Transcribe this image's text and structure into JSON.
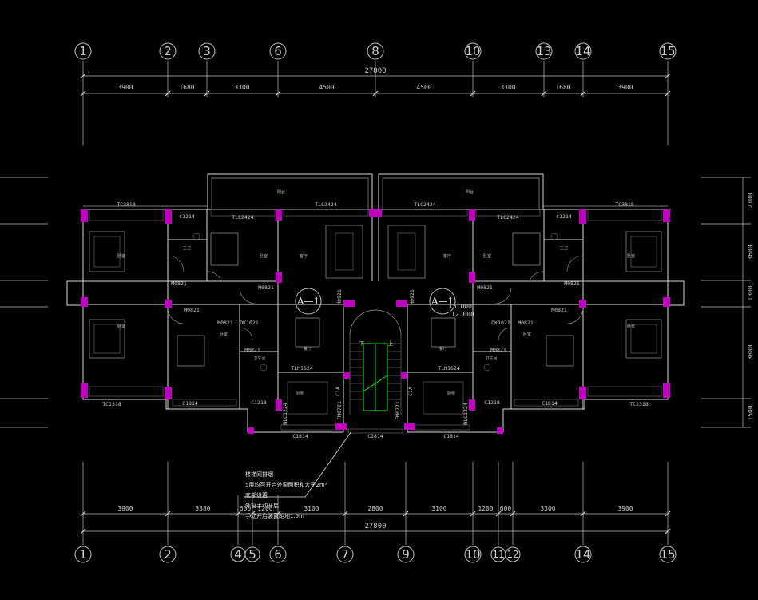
{
  "axes_top": [
    "1",
    "2",
    "3",
    "6",
    "8",
    "10",
    "13",
    "14",
    "15"
  ],
  "axes_bottom": [
    "1",
    "2",
    "4",
    "5",
    "6",
    "7",
    "9",
    "10",
    "11",
    "12",
    "14",
    "15"
  ],
  "dims_top": [
    "3900",
    "1680",
    "3300",
    "4500",
    "4500",
    "3300",
    "1680",
    "3900"
  ],
  "dims_bottom": [
    "3900",
    "3380",
    "600",
    "1200",
    "3100",
    "2800",
    "3100",
    "1200",
    "600",
    "3300",
    "3900"
  ],
  "total_top": "27800",
  "total_bottom": "27800",
  "dims_right": [
    "2100",
    "3600",
    "1300",
    "3800",
    "1500"
  ],
  "rooms": {
    "balcony": "阳台",
    "bedroom": "卧室",
    "living": "客厅",
    "dining": "餐厅",
    "kitchen": "厨房",
    "bath": "卫生间",
    "master_bath": "主卫"
  },
  "doors": {
    "tc3818": "TC3818",
    "tlc2424": "TLC2424",
    "c1214": "C1214",
    "m0821": "M0821",
    "dk1021": "DK1021",
    "tlm1624": "TLM1624",
    "nlc1224": "NLC1224",
    "c1814": "C1814",
    "tc2318": "TC2318",
    "c1218": "C1218",
    "c2814": "C2814",
    "fm0721": "FM0721",
    "m0921": "M0921",
    "c1a": "C1A"
  },
  "marks": {
    "a1_left": "A—1",
    "a1_right": "A—1",
    "elev_1": "15.000",
    "elev_2": "12.000",
    "stair_down": "下",
    "stair_up": "上"
  },
  "note": {
    "title": "楼梯间排烟",
    "line1": "5层均可开启外窗面积和大于2m²",
    "line2": "底部设置",
    "line3": "外窗手动开启",
    "line4": "手动开启装置距地1.5m"
  },
  "colors": {
    "background": "#000000",
    "column": "#c000c0",
    "stair": "#00d000",
    "line": "#d9d9d9"
  }
}
